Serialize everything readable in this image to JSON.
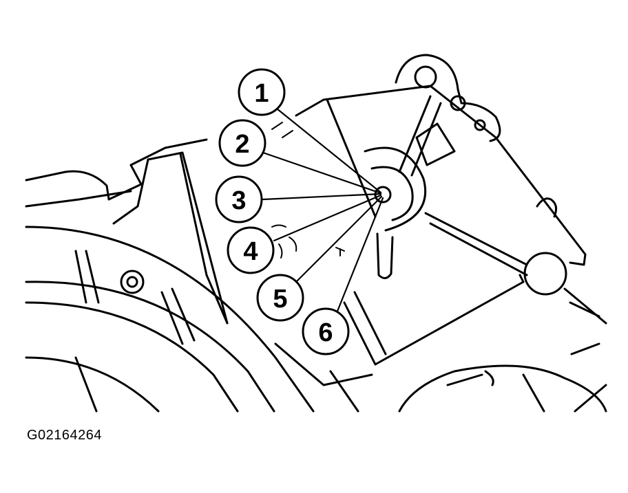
{
  "figure_id": "G02164264",
  "callouts": [
    {
      "label": "1"
    },
    {
      "label": "2"
    },
    {
      "label": "3"
    },
    {
      "label": "4"
    },
    {
      "label": "5"
    },
    {
      "label": "6"
    }
  ],
  "colors": {
    "ink": "#000000",
    "paper": "#ffffff"
  }
}
